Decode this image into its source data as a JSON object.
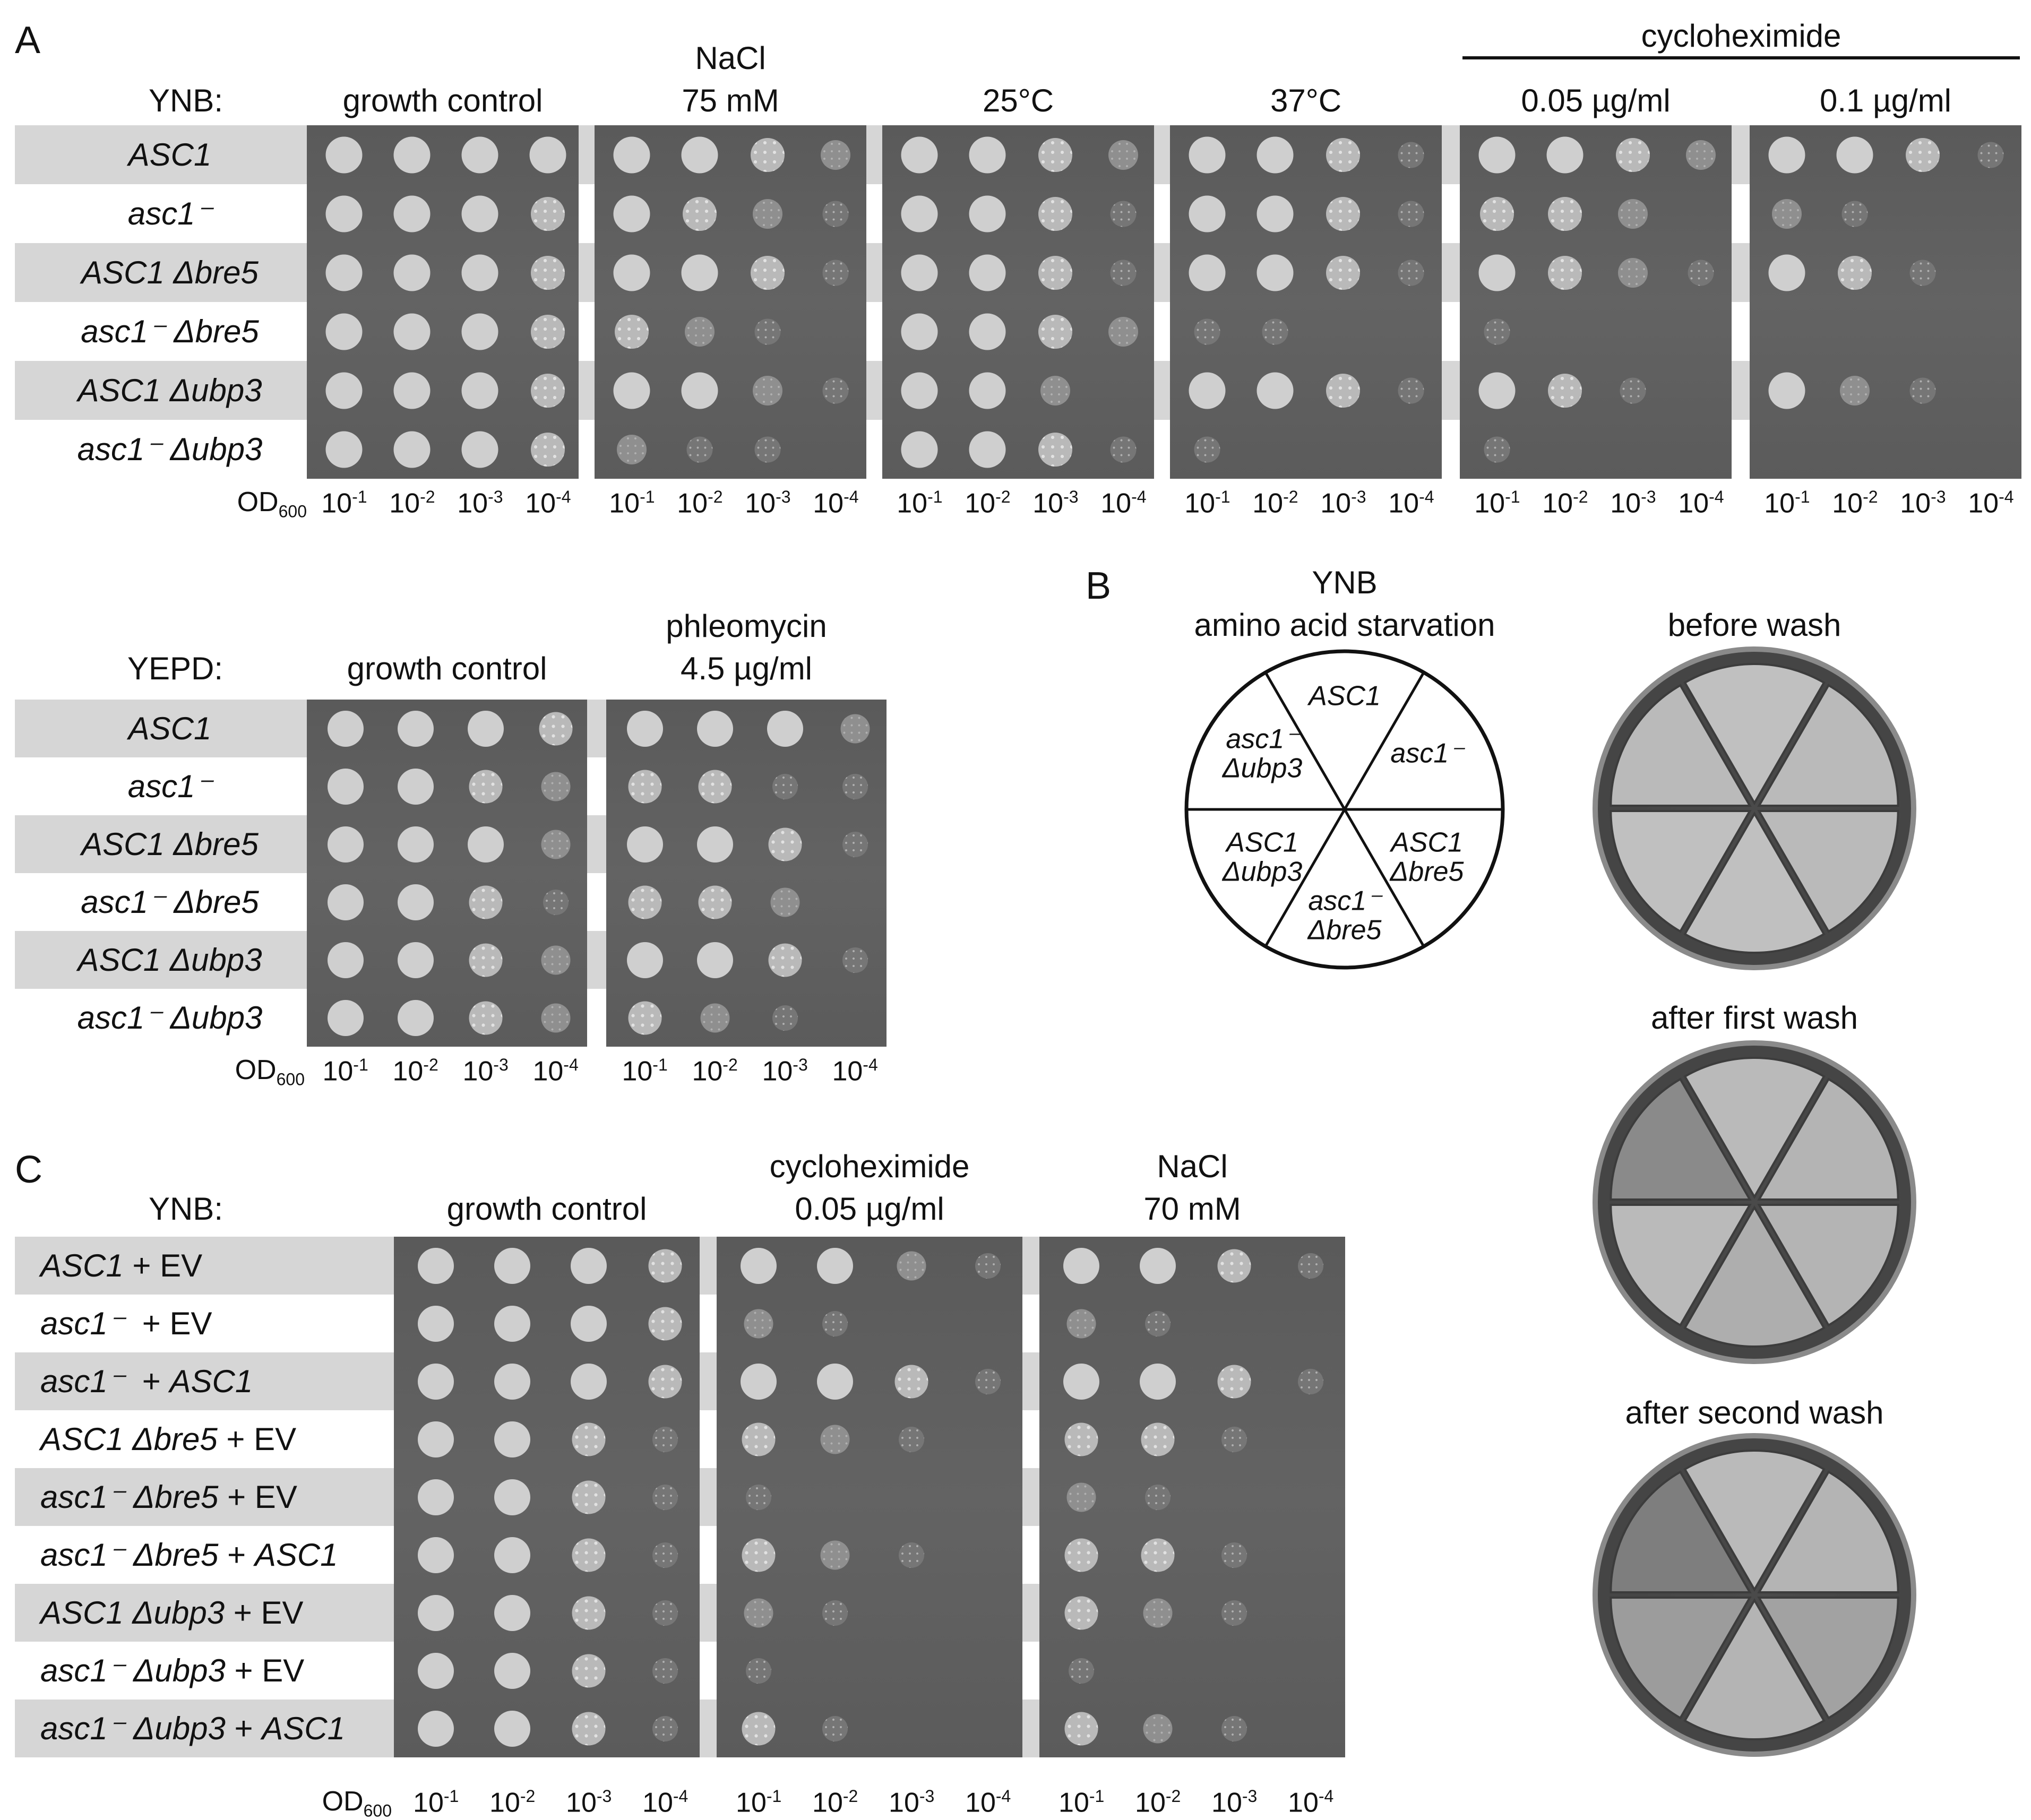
{
  "panel_letters": {
    "a": "A",
    "b": "B",
    "c": "C"
  },
  "panelA": {
    "medium": "YNB:",
    "group_header": "cycloheximide",
    "conditions": [
      {
        "line1": "",
        "line2": "growth control"
      },
      {
        "line1": "NaCl",
        "line2": "75 mM"
      },
      {
        "line1": "",
        "line2": "25°C"
      },
      {
        "line1": "",
        "line2": "37°C"
      },
      {
        "line1": "",
        "line2": "0.05 µg/ml"
      },
      {
        "line1": "",
        "line2": "0.1 µg/ml"
      }
    ],
    "strains": [
      "ASC1",
      "asc1⁻",
      "ASC1 Δbre5",
      "asc1⁻ Δbre5",
      "ASC1 Δubp3",
      "asc1⁻ Δubp3"
    ],
    "growth": [
      [
        [
          4,
          4,
          4,
          4
        ],
        [
          4,
          4,
          3,
          2
        ],
        [
          4,
          4,
          3,
          2
        ],
        [
          4,
          4,
          3,
          1
        ],
        [
          4,
          4,
          3,
          2
        ],
        [
          4,
          4,
          3,
          1
        ]
      ],
      [
        [
          4,
          4,
          4,
          3
        ],
        [
          4,
          3,
          2,
          1
        ],
        [
          4,
          4,
          3,
          1
        ],
        [
          4,
          4,
          3,
          1
        ],
        [
          3,
          3,
          2,
          0
        ],
        [
          2,
          1,
          0,
          0
        ]
      ],
      [
        [
          4,
          4,
          4,
          3
        ],
        [
          4,
          4,
          3,
          1
        ],
        [
          4,
          4,
          3,
          1
        ],
        [
          4,
          4,
          3,
          1
        ],
        [
          4,
          3,
          2,
          1
        ],
        [
          4,
          3,
          1,
          0
        ]
      ],
      [
        [
          4,
          4,
          4,
          3
        ],
        [
          3,
          2,
          1,
          0
        ],
        [
          4,
          4,
          3,
          2
        ],
        [
          1,
          1,
          0,
          0
        ],
        [
          1,
          0,
          0,
          0
        ],
        [
          0,
          0,
          0,
          0
        ]
      ],
      [
        [
          4,
          4,
          4,
          3
        ],
        [
          4,
          4,
          2,
          1
        ],
        [
          4,
          4,
          2,
          0
        ],
        [
          4,
          4,
          3,
          1
        ],
        [
          4,
          3,
          1,
          0
        ],
        [
          4,
          2,
          1,
          0
        ]
      ],
      [
        [
          4,
          4,
          4,
          3
        ],
        [
          2,
          1,
          1,
          0
        ],
        [
          4,
          4,
          3,
          1
        ],
        [
          1,
          0,
          0,
          0
        ],
        [
          1,
          0,
          0,
          0
        ],
        [
          0,
          0,
          0,
          0
        ]
      ]
    ]
  },
  "panelA2": {
    "medium": "YEPD:",
    "conditions": [
      {
        "line1": "",
        "line2": "growth control"
      },
      {
        "line1": "phleomycin",
        "line2": "4.5 µg/ml"
      }
    ],
    "strains": [
      "ASC1",
      "asc1⁻",
      "ASC1 Δbre5",
      "asc1⁻ Δbre5",
      "ASC1 Δubp3",
      "asc1⁻ Δubp3"
    ],
    "growth": [
      [
        [
          4,
          4,
          4,
          3
        ],
        [
          4,
          4,
          4,
          2
        ]
      ],
      [
        [
          4,
          4,
          3,
          2
        ],
        [
          3,
          3,
          1,
          1
        ]
      ],
      [
        [
          4,
          4,
          4,
          2
        ],
        [
          4,
          4,
          3,
          1
        ]
      ],
      [
        [
          4,
          4,
          3,
          1
        ],
        [
          3,
          3,
          2,
          0
        ]
      ],
      [
        [
          4,
          4,
          3,
          2
        ],
        [
          4,
          4,
          3,
          1
        ]
      ],
      [
        [
          4,
          4,
          3,
          2
        ],
        [
          3,
          2,
          1,
          0
        ]
      ]
    ]
  },
  "dilution": {
    "od_label": "OD",
    "od_sub": "600",
    "base": "10",
    "exps": [
      "-1",
      "-2",
      "-3",
      "-4"
    ]
  },
  "panelB": {
    "title1": "YNB",
    "title2": "amino acid starvation",
    "wedges": [
      {
        "l1": "ASC1",
        "l2": ""
      },
      {
        "l1": "asc1⁻",
        "l2": ""
      },
      {
        "l1": "ASC1",
        "l2": "Δbre5"
      },
      {
        "l1": "asc1⁻",
        "l2": "Δbre5"
      },
      {
        "l1": "ASC1",
        "l2": "Δubp3"
      },
      {
        "l1": "asc1⁻",
        "l2": "Δubp3"
      }
    ],
    "dishes": [
      "before wash",
      "after first wash",
      "after second wash"
    ]
  },
  "panelC": {
    "medium": "YNB:",
    "conditions": [
      {
        "line1": "",
        "line2": "growth control"
      },
      {
        "line1": "cycloheximide",
        "line2": "0.05 µg/ml"
      },
      {
        "line1": "NaCl",
        "line2": "70 mM"
      }
    ],
    "strains": [
      {
        "geno": "ASC1",
        "suffix": " + EV"
      },
      {
        "geno": "asc1⁻",
        "suffix": "  + EV"
      },
      {
        "geno": "asc1⁻",
        "suffix": "  + ",
        "plasmid": "ASC1"
      },
      {
        "geno": "ASC1 Δbre5",
        "suffix": " + EV"
      },
      {
        "geno": "asc1⁻ Δbre5",
        "suffix": " + EV"
      },
      {
        "geno": "asc1⁻ Δbre5",
        "suffix": " + ",
        "plasmid": "ASC1"
      },
      {
        "geno": "ASC1 Δubp3",
        "suffix": " + EV"
      },
      {
        "geno": "asc1⁻ Δubp3",
        "suffix": " + EV"
      },
      {
        "geno": "asc1⁻ Δubp3",
        "suffix": " + ",
        "plasmid": "ASC1"
      }
    ],
    "growth": [
      [
        [
          4,
          4,
          4,
          3
        ],
        [
          4,
          4,
          2,
          1
        ],
        [
          4,
          4,
          3,
          1
        ]
      ],
      [
        [
          4,
          4,
          4,
          3
        ],
        [
          2,
          1,
          0,
          0
        ],
        [
          2,
          1,
          0,
          0
        ]
      ],
      [
        [
          4,
          4,
          4,
          3
        ],
        [
          4,
          4,
          3,
          1
        ],
        [
          4,
          4,
          3,
          1
        ]
      ],
      [
        [
          4,
          4,
          3,
          1
        ],
        [
          3,
          2,
          1,
          0
        ],
        [
          3,
          3,
          1,
          0
        ]
      ],
      [
        [
          4,
          4,
          3,
          1
        ],
        [
          1,
          0,
          0,
          0
        ],
        [
          2,
          1,
          0,
          0
        ]
      ],
      [
        [
          4,
          4,
          3,
          1
        ],
        [
          3,
          2,
          1,
          0
        ],
        [
          3,
          3,
          1,
          0
        ]
      ],
      [
        [
          4,
          4,
          3,
          1
        ],
        [
          2,
          1,
          0,
          0
        ],
        [
          3,
          2,
          1,
          0
        ]
      ],
      [
        [
          4,
          4,
          3,
          1
        ],
        [
          1,
          0,
          0,
          0
        ],
        [
          1,
          0,
          0,
          0
        ]
      ],
      [
        [
          4,
          4,
          3,
          1
        ],
        [
          3,
          1,
          0,
          0
        ],
        [
          3,
          2,
          1,
          0
        ]
      ]
    ]
  }
}
